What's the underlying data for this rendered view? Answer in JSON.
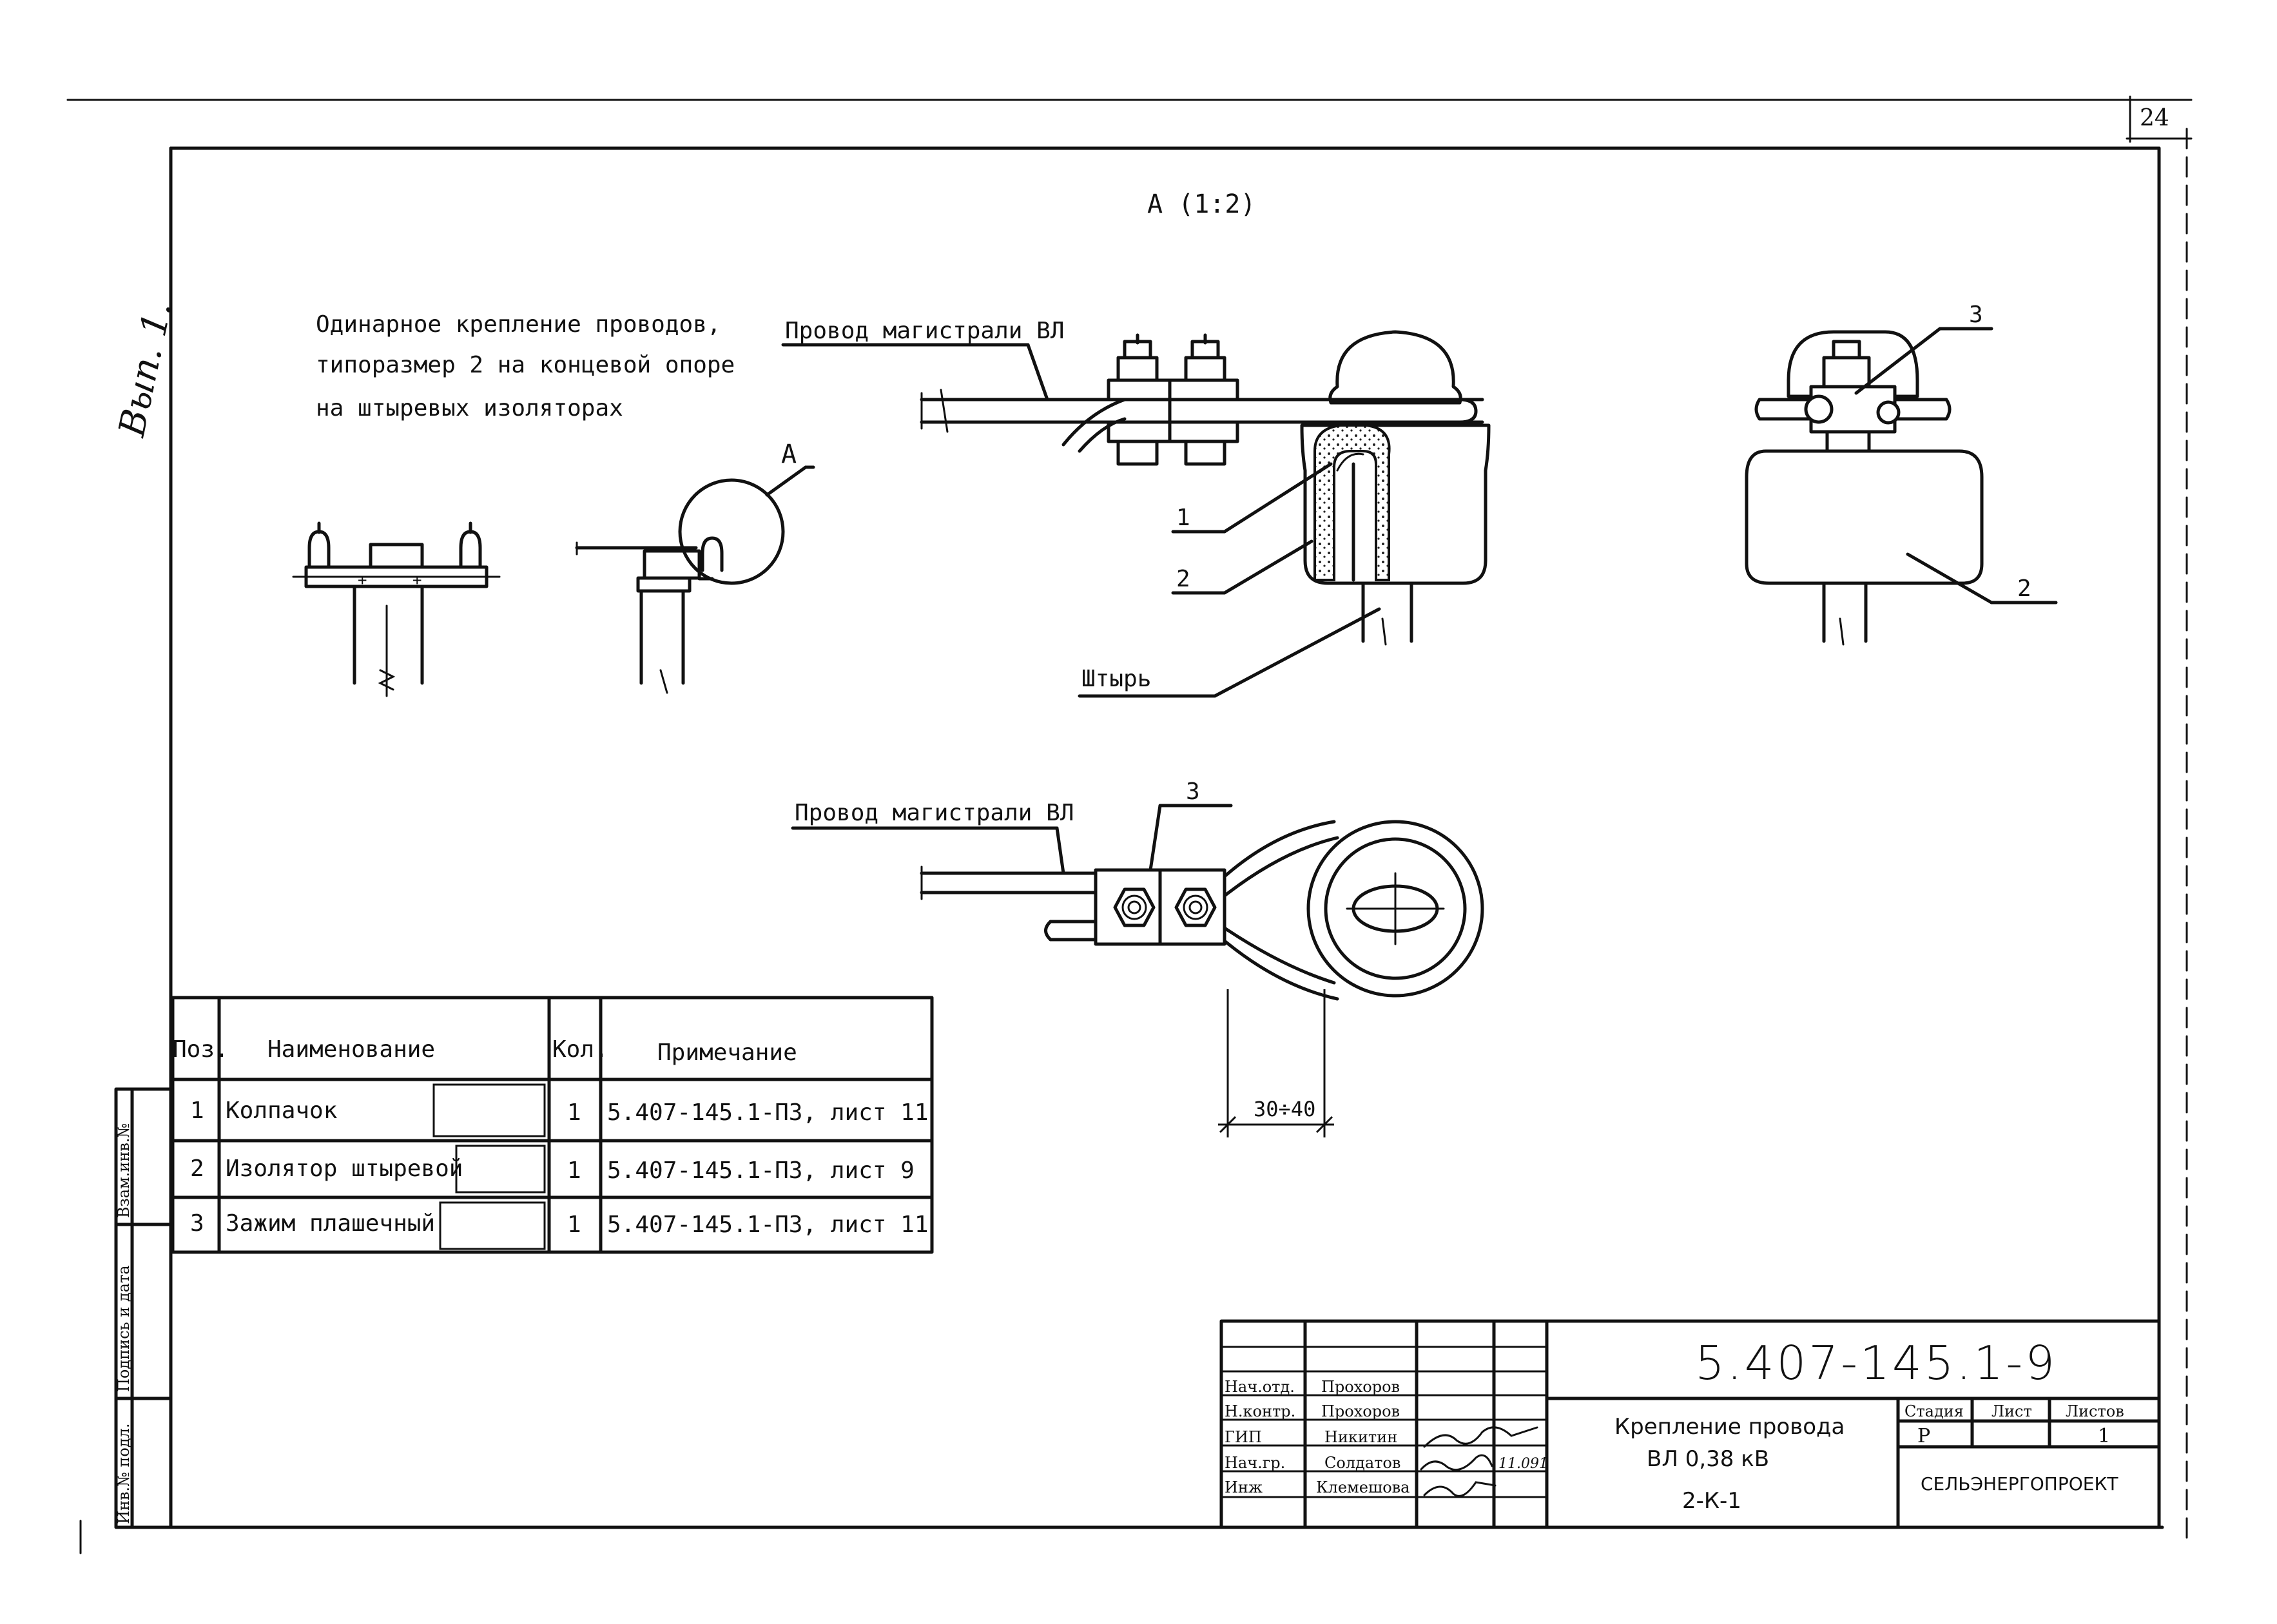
{
  "sheet_number": "24",
  "marginal_note": "Вып. 1.",
  "view": {
    "title": "А (1:2)",
    "marker": "А"
  },
  "description": {
    "line1": "Одинарное крепление проводов,",
    "line2": "типоразмер 2 на концевой опоре",
    "line3": "на штыревых изоляторах"
  },
  "labels": {
    "wire_top": "Провод магистрали ВЛ",
    "wire_bottom": "Провод магистрали ВЛ",
    "pin": "Штырь",
    "pos1": "1",
    "pos2": "2",
    "pos2_side": "2",
    "pos3_side": "3",
    "pos3_plan": "3",
    "dimension": "30÷40"
  },
  "spec_table": {
    "headers": {
      "pos": "Поз.",
      "name": "Наименование",
      "qty": "Кол.",
      "note": "Примечание"
    },
    "rows": [
      {
        "pos": "1",
        "name": "Колпачок",
        "qty": "1",
        "note": "5.407-145.1-ПЗ, лист 11"
      },
      {
        "pos": "2",
        "name": "Изолятор штыревой",
        "qty": "1",
        "note": "5.407-145.1-ПЗ, лист 9"
      },
      {
        "pos": "3",
        "name": "Зажим плашечный",
        "qty": "1",
        "note": "5.407-145.1-ПЗ, лист 11"
      }
    ]
  },
  "side_stamp": {
    "inv_orig": "Инв.№ подл.",
    "sign_date": "Подпись и дата",
    "inv_repl": "Взам.инв.№"
  },
  "title_block": {
    "code": "5.407-145.1-9",
    "title_line1": "Крепление провода",
    "title_line2": "ВЛ 0,38 кВ",
    "title_line3": "2-К-1",
    "stage_header": "Стадия",
    "sheet_header": "Лист",
    "sheets_header": "Листов",
    "stage": "Р",
    "sheets": "1",
    "organization": "СЕЛЬЭНЕРГОПРОЕКТ",
    "signatures": [
      {
        "role": "Нач.отд.",
        "name": "Прохоров"
      },
      {
        "role": "Н.контр.",
        "name": "Прохоров"
      },
      {
        "role": "ГИП",
        "name": "Никитин"
      },
      {
        "role": "Нач.гр.",
        "name": "Солдатов",
        "date": "11.091"
      },
      {
        "role": "Инж",
        "name": "Клемешова"
      }
    ]
  }
}
